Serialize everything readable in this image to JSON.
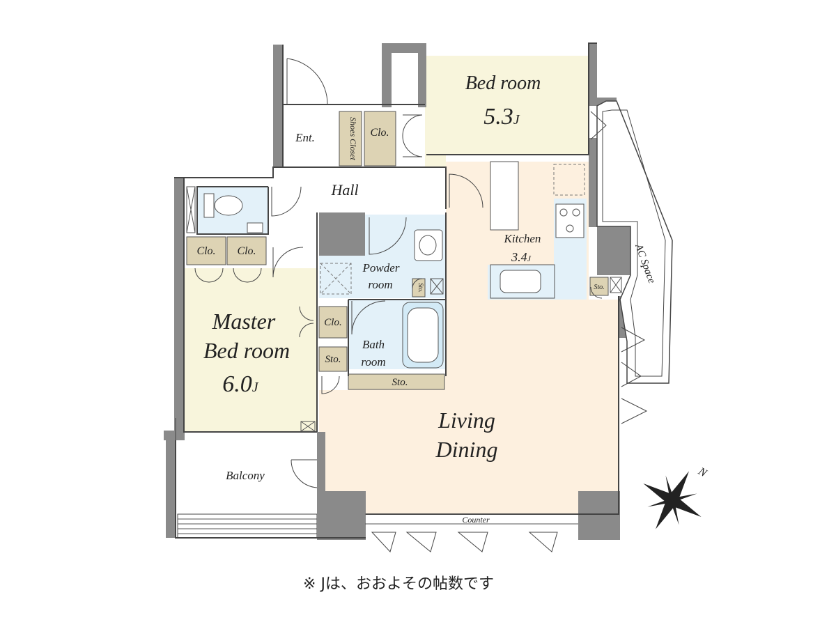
{
  "rooms": {
    "bedroom": {
      "name": "Bed room",
      "size": "5.3",
      "unit": "J"
    },
    "master": {
      "line1": "Master",
      "line2": "Bed room",
      "size": "6.0",
      "unit": "J"
    },
    "living": {
      "line1": "Living",
      "line2": "Dining"
    },
    "kitchen": {
      "name": "Kitchen",
      "size": "3.4",
      "unit": "J"
    },
    "hall": "Hall",
    "entrance": "Ent.",
    "shoes_closet": "Shoes Closet",
    "powder": {
      "line1": "Powder",
      "line2": "room"
    },
    "bath": {
      "line1": "Bath",
      "line2": "room"
    },
    "balcony": "Balcony",
    "ac_space": "AC Space",
    "counter": "Counter"
  },
  "storage": {
    "clo_entry": "Clo.",
    "clo_master_1": "Clo.",
    "clo_master_2": "Clo.",
    "clo_master_side": "Clo.",
    "sto_master": "Sto.",
    "sto_long": "Sto.",
    "sto_powder": "Sto.",
    "sto_kitchen": "Sto."
  },
  "compass": {
    "north": "N"
  },
  "footnote": "※ Jは、おおよその帖数です",
  "colors": {
    "bedroom_fill": "#f8f5dc",
    "living_fill": "#fdf0df",
    "wet_fill": "#e3f1f9",
    "closet_fill": "#ddd3b4",
    "wall": "#8a8a8a",
    "ink": "#222222"
  }
}
